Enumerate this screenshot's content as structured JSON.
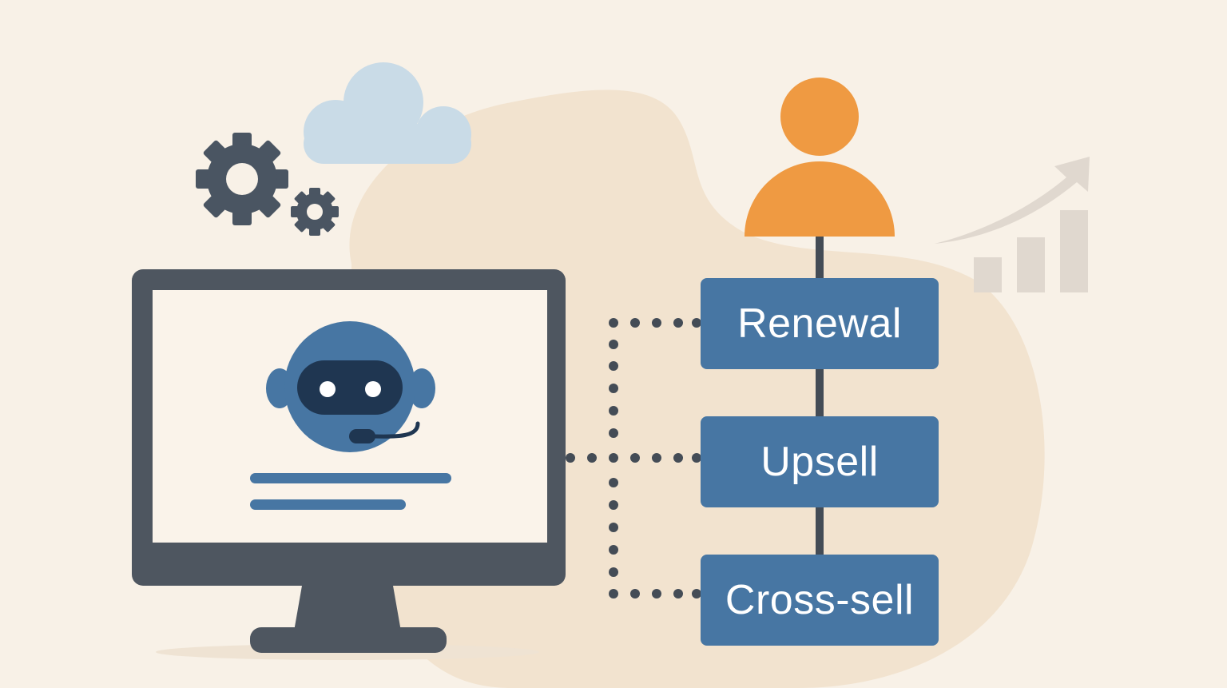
{
  "stages": [
    {
      "label": "Renewal"
    },
    {
      "label": "Upsell"
    },
    {
      "label": "Cross-sell"
    }
  ],
  "icons": {
    "cloud": "cloud-icon",
    "gears": "gear-icon",
    "computer": "monitor-icon",
    "bot": "support-bot-icon",
    "person": "person-icon",
    "growth": "growth-chart-icon"
  },
  "colors": {
    "background": "#f8f1e7",
    "blob": "#f2e3cf",
    "stage_fill": "#4776a3",
    "stage_text": "#ffffff",
    "person": "#ef9a42",
    "monitor_frame": "#4e5660",
    "screen": "#faf3ea",
    "bot": "#4776a3",
    "bot_visor": "#1f3651",
    "cloud": "#c9dbe7",
    "gear": "#4a5562",
    "growth_chart": "#e0d8cf",
    "connector": "#444c56"
  }
}
